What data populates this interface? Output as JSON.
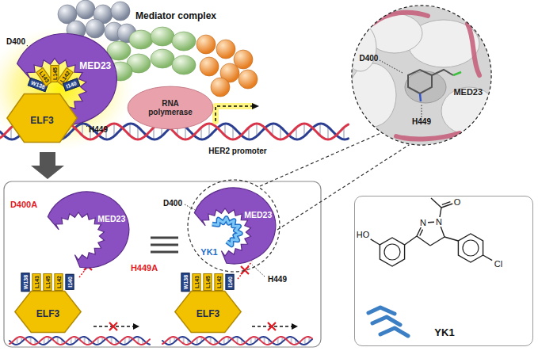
{
  "diagram": {
    "nodes": [
      {
        "text": [
          "MED23"
        ]
      },
      {
        "text": [
          "ELF3"
        ]
      },
      {
        "text": [
          "RNA polymerase"
        ]
      },
      {
        "text": [
          "D400",
          "H449",
          "MED23"
        ]
      },
      {
        "text": [
          "MED23"
        ]
      },
      {
        "text": [
          "ELF3"
        ]
      },
      {
        "text": [
          "MED23"
        ]
      },
      {
        "text": [
          "ELF3"
        ]
      },
      {
        "text": [
          "YK1"
        ]
      }
    ],
    "edges": [
      {
        "from": 6,
        "to": 3,
        "arrow": "none"
      },
      {
        "from": 6,
        "to": 3,
        "arrow": "none"
      }
    ],
    "labels": [
      "Mediator complex",
      "D400",
      "W138",
      "L143",
      "L145",
      "L142",
      "I140",
      "H449",
      "HER2 promoter",
      "D400A",
      "H449A",
      "W138",
      "L143",
      "L145",
      "L142",
      "I140",
      "D400",
      "YK1",
      "H449",
      "W138",
      "L143",
      "L145",
      "L142",
      "I140",
      "HO",
      "N",
      "N",
      "O",
      "Cl"
    ]
  }
}
